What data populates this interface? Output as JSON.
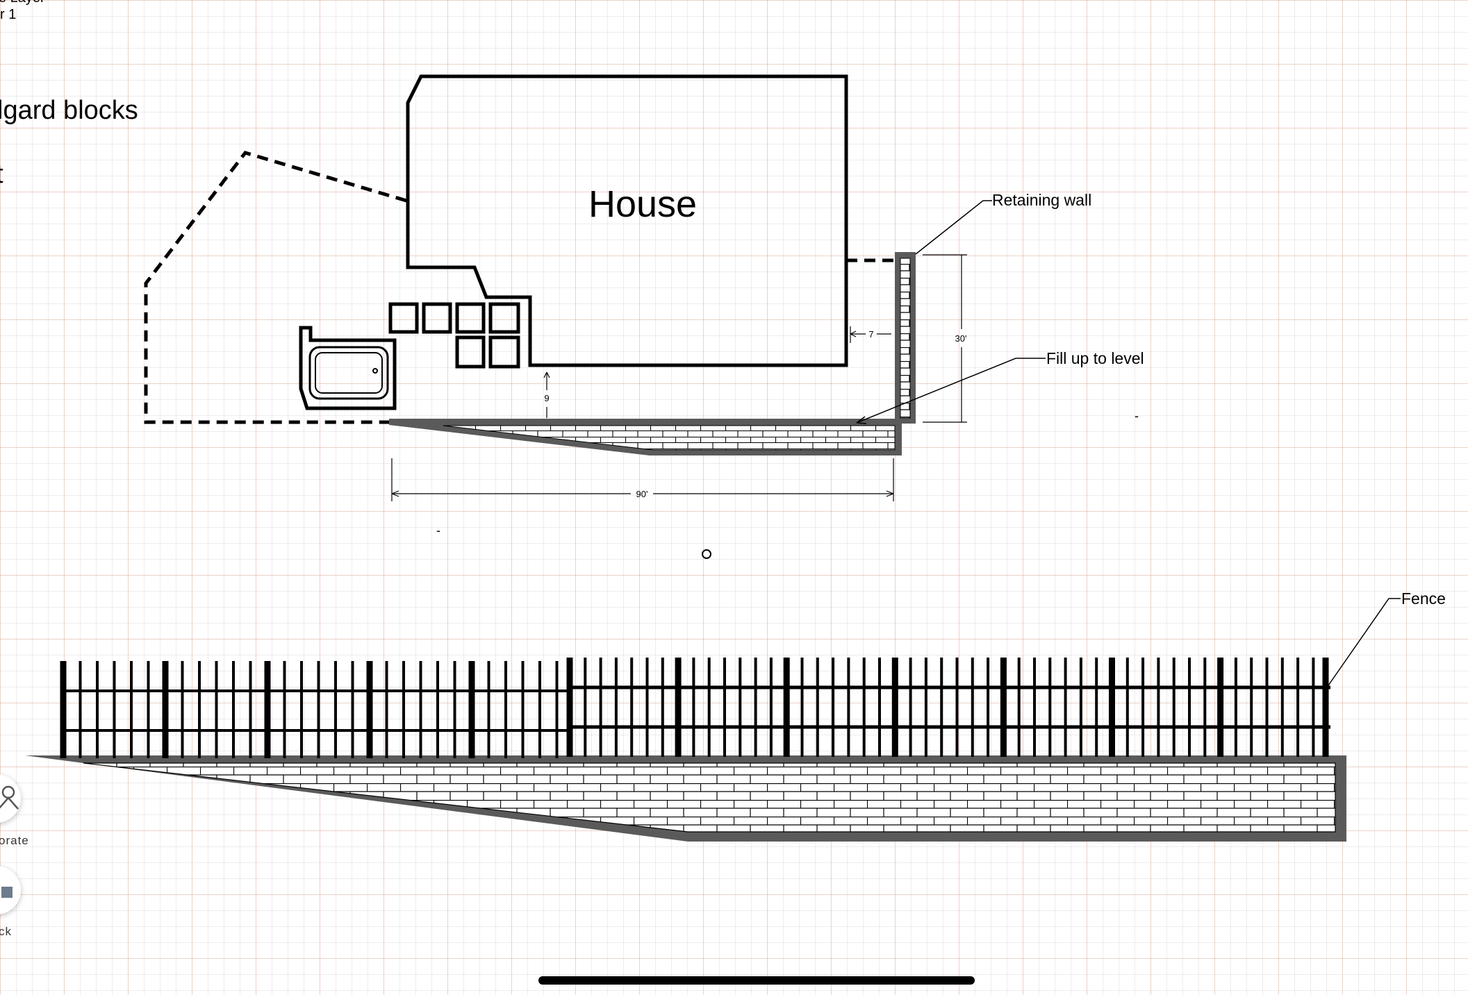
{
  "layers_panel": {
    "line1": "e Layer",
    "line2": "r 1"
  },
  "notes": {
    "note1": "lgard blocks",
    "note2": "t"
  },
  "drawing": {
    "house_label": "House",
    "retaining_wall_label": "Retaining wall",
    "fill_label": "Fill up to level",
    "fence_label": "Fence",
    "dim_7": "7",
    "dim_30": "30'",
    "dim_9": "9",
    "dim_90": "90'",
    "dash1": "-",
    "dash2": "-"
  },
  "side_toolbar": {
    "collaborate_label": "orate",
    "collaborate_icon": "person-icon",
    "block_label": "ck",
    "block_icon": "block-icon"
  },
  "colors": {
    "grid_major": "#ec9678",
    "grid_minor": "#d9d9d9",
    "wall_gray": "#5a5a5a",
    "line": "#000000"
  }
}
